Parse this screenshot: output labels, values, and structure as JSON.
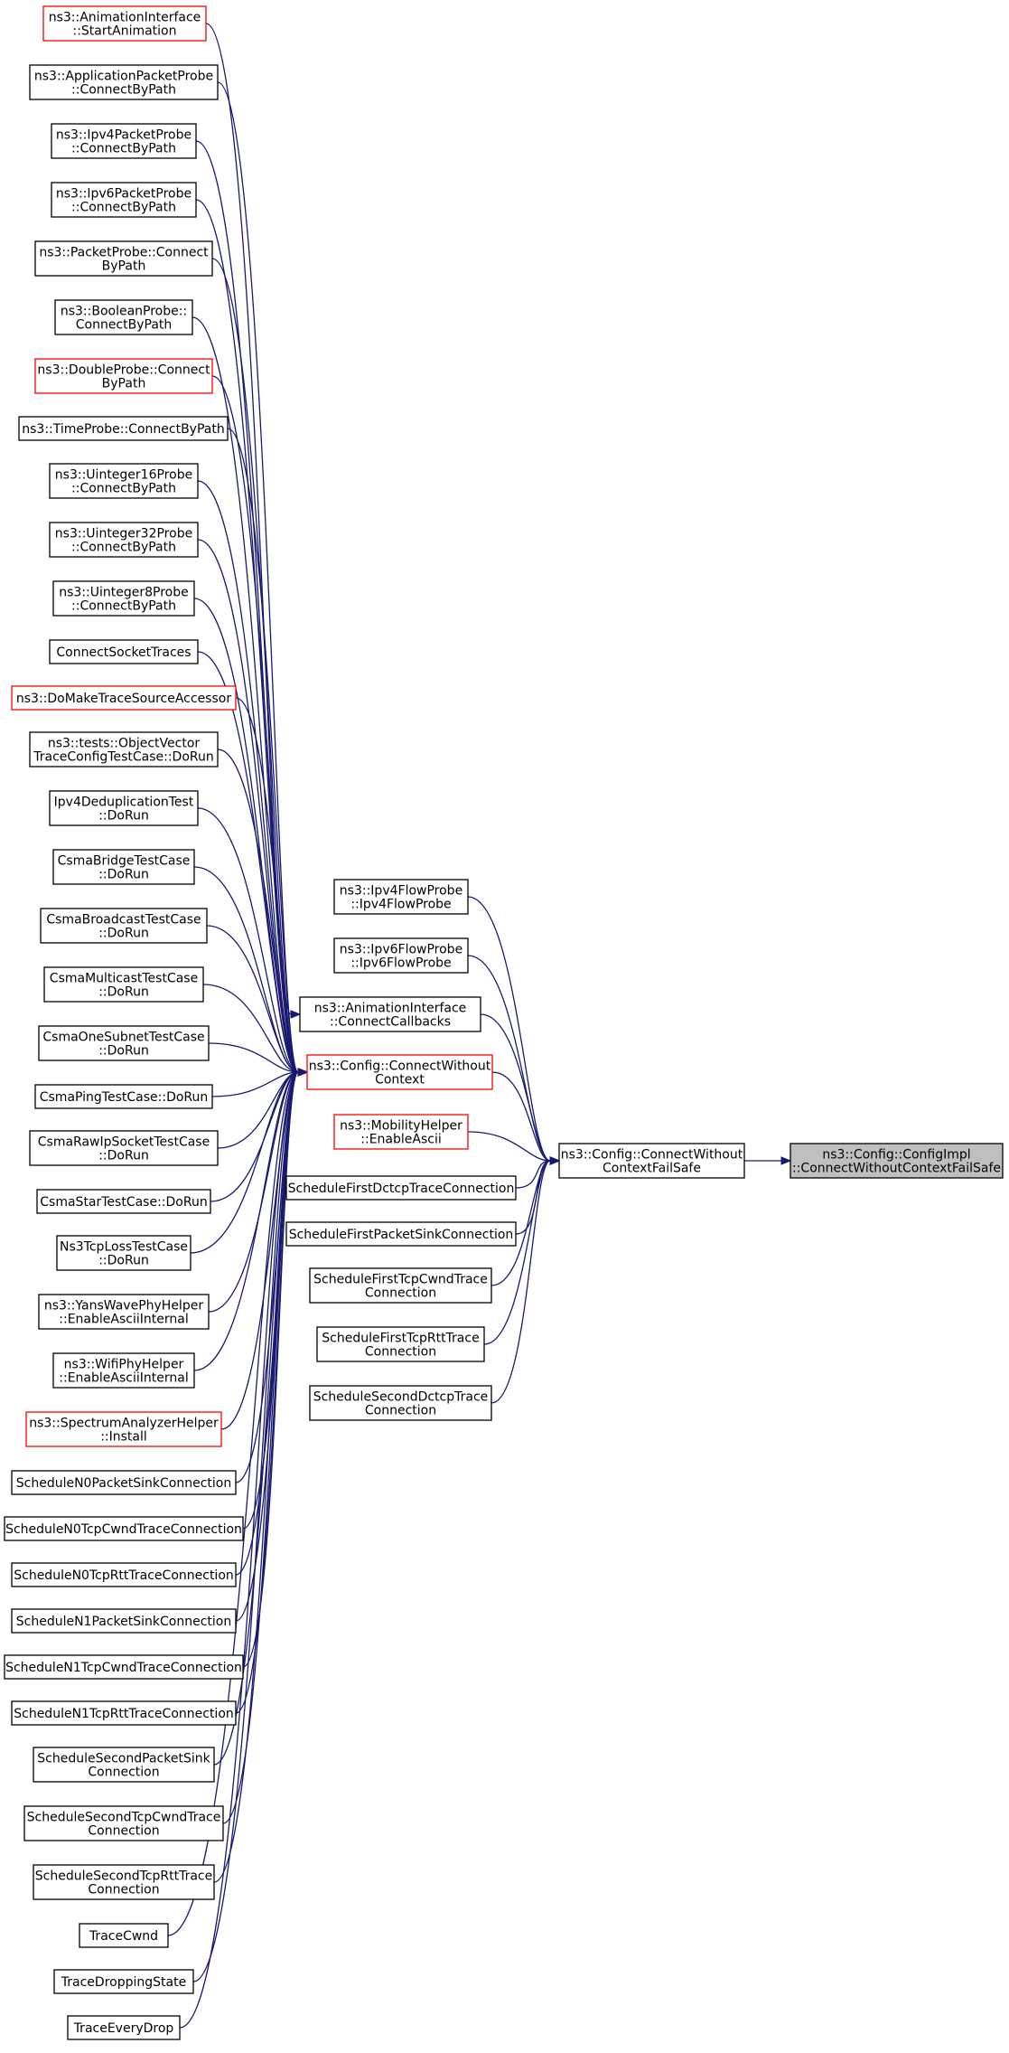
{
  "colors": {
    "edge": "#191970",
    "border_default": "#000000",
    "border_highlight": "#ff0000",
    "root_fill": "#bfbfbf"
  },
  "nodes": [
    {
      "id": "root",
      "lines": [
        "ns3::Config::ConfigImpl",
        "::ConnectWithoutContextFailSafe"
      ],
      "style": "root"
    },
    {
      "id": "failsafe",
      "lines": [
        "ns3::Config::ConnectWithout",
        "ContextFailSafe"
      ],
      "style": "normal"
    },
    {
      "id": "cwc",
      "lines": [
        "ns3::Config::ConnectWithout",
        "Context"
      ],
      "style": "red"
    },
    {
      "id": "ipv4flowprobe",
      "lines": [
        "ns3::Ipv4FlowProbe",
        "::Ipv4FlowProbe"
      ],
      "style": "normal"
    },
    {
      "id": "ipv6flowprobe",
      "lines": [
        "ns3::Ipv6FlowProbe",
        "::Ipv6FlowProbe"
      ],
      "style": "normal"
    },
    {
      "id": "animcallbacks",
      "lines": [
        "ns3::AnimationInterface",
        "::ConnectCallbacks"
      ],
      "style": "normal"
    },
    {
      "id": "mobility",
      "lines": [
        "ns3::MobilityHelper",
        "::EnableAscii"
      ],
      "style": "red"
    },
    {
      "id": "sfdctcp",
      "lines": [
        "ScheduleFirstDctcpTraceConnection"
      ],
      "style": "normal"
    },
    {
      "id": "sfpacket",
      "lines": [
        "ScheduleFirstPacketSinkConnection"
      ],
      "style": "normal"
    },
    {
      "id": "sftcpcwnd",
      "lines": [
        "ScheduleFirstTcpCwndTrace",
        "Connection"
      ],
      "style": "normal"
    },
    {
      "id": "sftcprtt",
      "lines": [
        "ScheduleFirstTcpRttTrace",
        "Connection"
      ],
      "style": "normal"
    },
    {
      "id": "ssdctcp",
      "lines": [
        "ScheduleSecondDctcpTrace",
        "Connection"
      ],
      "style": "normal"
    },
    {
      "id": "animstart",
      "lines": [
        "ns3::AnimationInterface",
        "::StartAnimation"
      ],
      "style": "red"
    },
    {
      "id": "appprobe",
      "lines": [
        "ns3::ApplicationPacketProbe",
        "::ConnectByPath"
      ],
      "style": "normal"
    },
    {
      "id": "ipv4pp",
      "lines": [
        "ns3::Ipv4PacketProbe",
        "::ConnectByPath"
      ],
      "style": "normal"
    },
    {
      "id": "ipv6pp",
      "lines": [
        "ns3::Ipv6PacketProbe",
        "::ConnectByPath"
      ],
      "style": "normal"
    },
    {
      "id": "packetprobe",
      "lines": [
        "ns3::PacketProbe::Connect",
        "ByPath"
      ],
      "style": "normal"
    },
    {
      "id": "boolprobe",
      "lines": [
        "ns3::BooleanProbe::",
        "ConnectByPath"
      ],
      "style": "normal"
    },
    {
      "id": "doubleprobe",
      "lines": [
        "ns3::DoubleProbe::Connect",
        "ByPath"
      ],
      "style": "red"
    },
    {
      "id": "timeprobe",
      "lines": [
        "ns3::TimeProbe::ConnectByPath"
      ],
      "style": "normal"
    },
    {
      "id": "u16",
      "lines": [
        "ns3::Uinteger16Probe",
        "::ConnectByPath"
      ],
      "style": "normal"
    },
    {
      "id": "u32",
      "lines": [
        "ns3::Uinteger32Probe",
        "::ConnectByPath"
      ],
      "style": "normal"
    },
    {
      "id": "u8",
      "lines": [
        "ns3::Uinteger8Probe",
        "::ConnectByPath"
      ],
      "style": "normal"
    },
    {
      "id": "socktraces",
      "lines": [
        "ConnectSocketTraces"
      ],
      "style": "normal"
    },
    {
      "id": "domake",
      "lines": [
        "ns3::DoMakeTraceSourceAccessor"
      ],
      "style": "red"
    },
    {
      "id": "objvec",
      "lines": [
        "ns3::tests::ObjectVector",
        "TraceConfigTestCase::DoRun"
      ],
      "style": "normal"
    },
    {
      "id": "ipv4dedup",
      "lines": [
        "Ipv4DeduplicationTest",
        "::DoRun"
      ],
      "style": "normal"
    },
    {
      "id": "csmabridge",
      "lines": [
        "CsmaBridgeTestCase",
        "::DoRun"
      ],
      "style": "normal"
    },
    {
      "id": "csmabcast",
      "lines": [
        "CsmaBroadcastTestCase",
        "::DoRun"
      ],
      "style": "normal"
    },
    {
      "id": "csmamcast",
      "lines": [
        "CsmaMulticastTestCase",
        "::DoRun"
      ],
      "style": "normal"
    },
    {
      "id": "csmaone",
      "lines": [
        "CsmaOneSubnetTestCase",
        "::DoRun"
      ],
      "style": "normal"
    },
    {
      "id": "csmaping",
      "lines": [
        "CsmaPingTestCase::DoRun"
      ],
      "style": "normal"
    },
    {
      "id": "csmaraw",
      "lines": [
        "CsmaRawIpSocketTestCase",
        "::DoRun"
      ],
      "style": "normal"
    },
    {
      "id": "csmastar",
      "lines": [
        "CsmaStarTestCase::DoRun"
      ],
      "style": "normal"
    },
    {
      "id": "ns3tcploss",
      "lines": [
        "Ns3TcpLossTestCase",
        "::DoRun"
      ],
      "style": "normal"
    },
    {
      "id": "yans",
      "lines": [
        "ns3::YansWavePhyHelper",
        "::EnableAsciiInternal"
      ],
      "style": "normal"
    },
    {
      "id": "wifiphy",
      "lines": [
        "ns3::WifiPhyHelper",
        "::EnableAsciiInternal"
      ],
      "style": "normal"
    },
    {
      "id": "spectrum",
      "lines": [
        "ns3::SpectrumAnalyzerHelper",
        "::Install"
      ],
      "style": "red"
    },
    {
      "id": "n0packet",
      "lines": [
        "ScheduleN0PacketSinkConnection"
      ],
      "style": "normal"
    },
    {
      "id": "n0cwnd",
      "lines": [
        "ScheduleN0TcpCwndTraceConnection"
      ],
      "style": "normal"
    },
    {
      "id": "n0rtt",
      "lines": [
        "ScheduleN0TcpRttTraceConnection"
      ],
      "style": "normal"
    },
    {
      "id": "n1packet",
      "lines": [
        "ScheduleN1PacketSinkConnection"
      ],
      "style": "normal"
    },
    {
      "id": "n1cwnd",
      "lines": [
        "ScheduleN1TcpCwndTraceConnection"
      ],
      "style": "normal"
    },
    {
      "id": "n1rtt",
      "lines": [
        "ScheduleN1TcpRttTraceConnection"
      ],
      "style": "normal"
    },
    {
      "id": "sspacket",
      "lines": [
        "ScheduleSecondPacketSink",
        "Connection"
      ],
      "style": "normal"
    },
    {
      "id": "sscwnd",
      "lines": [
        "ScheduleSecondTcpCwndTrace",
        "Connection"
      ],
      "style": "normal"
    },
    {
      "id": "ssrtt",
      "lines": [
        "ScheduleSecondTcpRttTrace",
        "Connection"
      ],
      "style": "normal"
    },
    {
      "id": "tracecwnd",
      "lines": [
        "TraceCwnd"
      ],
      "style": "normal"
    },
    {
      "id": "tracedrop",
      "lines": [
        "TraceDroppingState"
      ],
      "style": "normal"
    },
    {
      "id": "traceevery",
      "lines": [
        "TraceEveryDrop"
      ],
      "style": "normal"
    }
  ],
  "edges": [
    {
      "from": "failsafe",
      "to": "root"
    },
    {
      "from": "cwc",
      "to": "failsafe"
    },
    {
      "from": "ipv4flowprobe",
      "to": "failsafe"
    },
    {
      "from": "ipv6flowprobe",
      "to": "failsafe"
    },
    {
      "from": "animcallbacks",
      "to": "failsafe"
    },
    {
      "from": "mobility",
      "to": "failsafe"
    },
    {
      "from": "sfdctcp",
      "to": "failsafe"
    },
    {
      "from": "sfpacket",
      "to": "failsafe"
    },
    {
      "from": "sftcpcwnd",
      "to": "failsafe"
    },
    {
      "from": "sftcprtt",
      "to": "failsafe"
    },
    {
      "from": "ssdctcp",
      "to": "failsafe"
    },
    {
      "from": "animstart",
      "to": "animcallbacks"
    },
    {
      "from": "appprobe",
      "to": "cwc"
    },
    {
      "from": "ipv4pp",
      "to": "cwc"
    },
    {
      "from": "ipv6pp",
      "to": "cwc"
    },
    {
      "from": "packetprobe",
      "to": "cwc"
    },
    {
      "from": "boolprobe",
      "to": "cwc"
    },
    {
      "from": "doubleprobe",
      "to": "cwc"
    },
    {
      "from": "timeprobe",
      "to": "cwc"
    },
    {
      "from": "u16",
      "to": "cwc"
    },
    {
      "from": "u32",
      "to": "cwc"
    },
    {
      "from": "u8",
      "to": "cwc"
    },
    {
      "from": "socktraces",
      "to": "cwc"
    },
    {
      "from": "domake",
      "to": "cwc"
    },
    {
      "from": "objvec",
      "to": "cwc"
    },
    {
      "from": "ipv4dedup",
      "to": "cwc"
    },
    {
      "from": "csmabridge",
      "to": "cwc"
    },
    {
      "from": "csmabcast",
      "to": "cwc"
    },
    {
      "from": "csmamcast",
      "to": "cwc"
    },
    {
      "from": "csmaone",
      "to": "cwc"
    },
    {
      "from": "csmaping",
      "to": "cwc"
    },
    {
      "from": "csmaraw",
      "to": "cwc"
    },
    {
      "from": "csmastar",
      "to": "cwc"
    },
    {
      "from": "ns3tcploss",
      "to": "cwc"
    },
    {
      "from": "yans",
      "to": "cwc"
    },
    {
      "from": "wifiphy",
      "to": "cwc"
    },
    {
      "from": "spectrum",
      "to": "cwc"
    },
    {
      "from": "n0packet",
      "to": "cwc"
    },
    {
      "from": "n0cwnd",
      "to": "cwc"
    },
    {
      "from": "n0rtt",
      "to": "cwc"
    },
    {
      "from": "n1packet",
      "to": "cwc"
    },
    {
      "from": "n1cwnd",
      "to": "cwc"
    },
    {
      "from": "n1rtt",
      "to": "cwc"
    },
    {
      "from": "sspacket",
      "to": "cwc"
    },
    {
      "from": "sscwnd",
      "to": "cwc"
    },
    {
      "from": "ssrtt",
      "to": "cwc"
    },
    {
      "from": "tracecwnd",
      "to": "cwc"
    },
    {
      "from": "tracedrop",
      "to": "cwc"
    },
    {
      "from": "traceevery",
      "to": "cwc"
    }
  ]
}
